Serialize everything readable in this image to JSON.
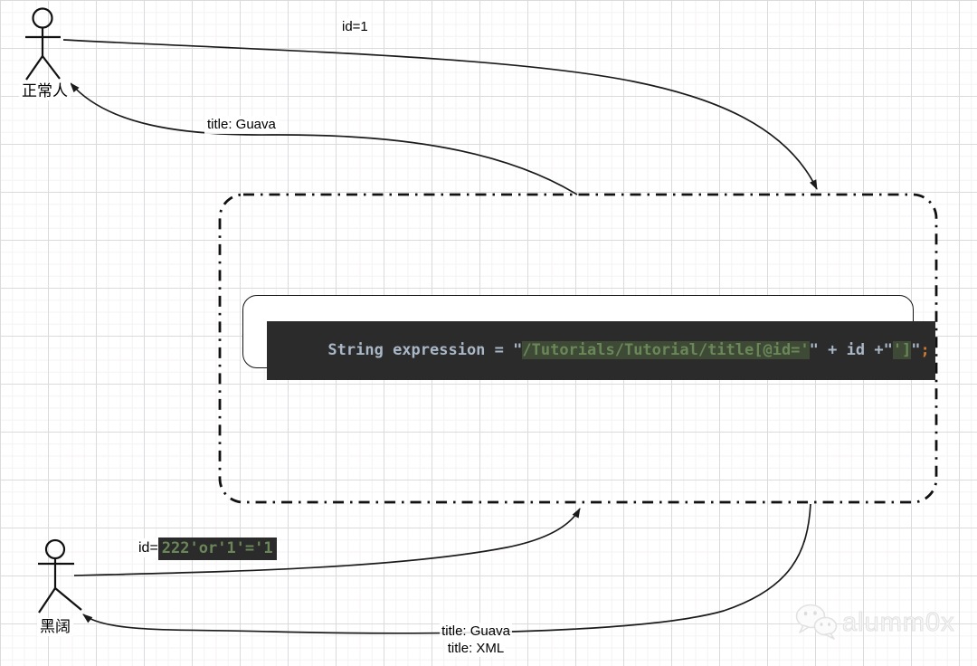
{
  "actors": {
    "normal": {
      "label": "正常人"
    },
    "hacker": {
      "label": "黑阔"
    }
  },
  "messages": {
    "normal_request": "id=1",
    "normal_response": "title: Guava",
    "hacker_request_prefix": "id=",
    "hacker_request_payload": "222'or'1'='1",
    "hacker_response_line1": "title: Guava",
    "hacker_response_line2": "title: XML"
  },
  "code": {
    "segments": [
      {
        "text": "String expression = ",
        "style": "plain"
      },
      {
        "text": "\"",
        "style": "plain"
      },
      {
        "text": "/Tutorials/Tutorial/title[@id='",
        "style": "string-highlight"
      },
      {
        "text": "\"",
        "style": "plain"
      },
      {
        "text": " + id +",
        "style": "plain"
      },
      {
        "text": "\"",
        "style": "plain"
      },
      {
        "text": "']",
        "style": "string-highlight"
      },
      {
        "text": "\"",
        "style": "plain"
      },
      {
        "text": ";",
        "style": "semicolon"
      }
    ]
  },
  "watermark": {
    "text": "alumm0x",
    "icon": "wechat-icon"
  },
  "colors": {
    "code_background": "#2b2b2b",
    "code_plain_text": "#a9b7c6",
    "code_string_text": "#6a8759",
    "code_string_highlight_bg": "#3e4a36",
    "code_semicolon": "#cc7832",
    "line_stroke": "#1b1b1b"
  }
}
